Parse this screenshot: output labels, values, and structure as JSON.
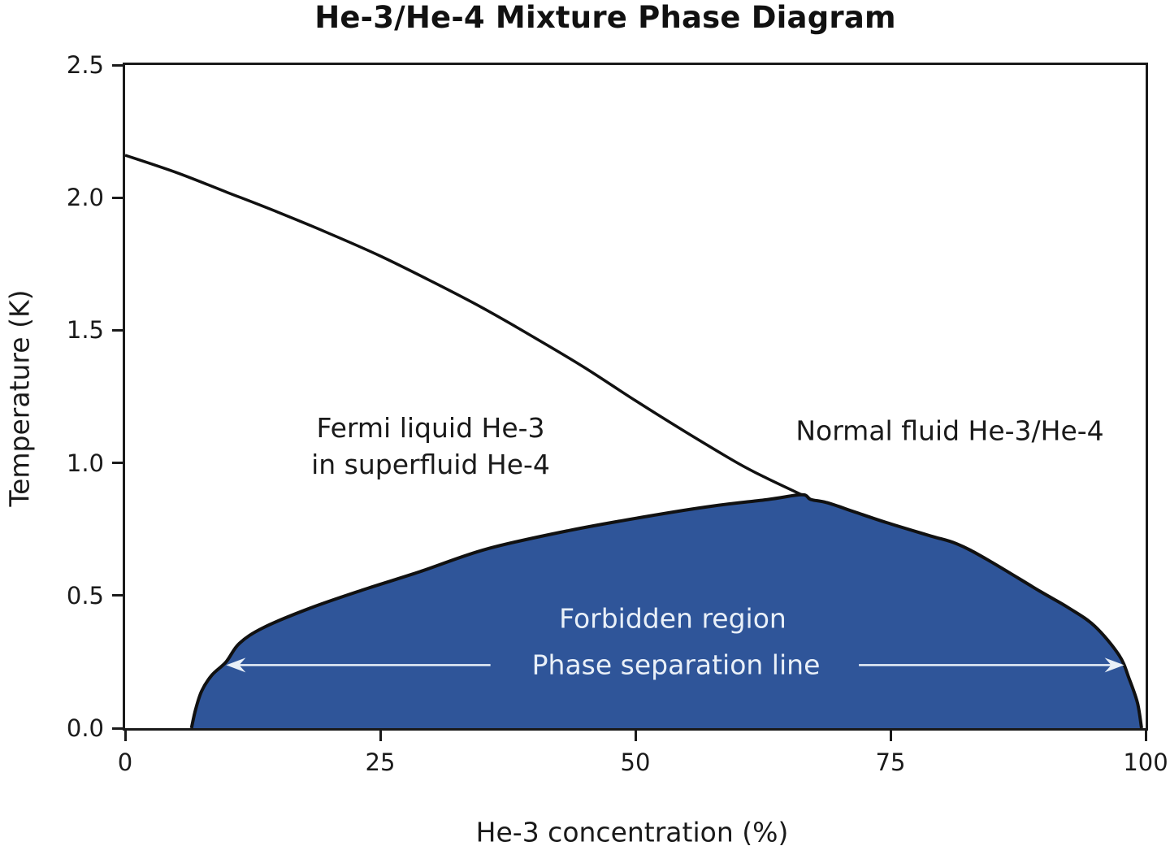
{
  "title": "He-3/He-4 Mixture Phase Diagram",
  "colors": {
    "region_fill": "#2f5599",
    "curve_stroke": "#111111",
    "axis": "#1a1a1a",
    "light_text": "#e9f0f8",
    "background": "#ffffff"
  },
  "chart_data": {
    "type": "area",
    "title": "He-3/He-4 Mixture Phase Diagram",
    "xlabel": "He-3 concentration (%)",
    "ylabel": "Temperature (K)",
    "xlim": [
      0,
      100
    ],
    "ylim": [
      0,
      2.5
    ],
    "grid": false,
    "frame": true,
    "x_ticks": {
      "values": [
        0,
        25,
        50,
        75,
        100
      ],
      "labels": [
        "0",
        "25",
        "50",
        "75",
        "100"
      ]
    },
    "y_ticks": {
      "values": [
        0,
        0.5,
        1.0,
        1.5,
        2.0,
        2.5
      ],
      "labels": [
        "0.0",
        "0.5",
        "1.0",
        "1.5",
        "2.0",
        "2.5"
      ]
    },
    "series": [
      {
        "name": "phase-separation-region",
        "type": "area",
        "fill": "#2f5599",
        "stroke": "#111111",
        "stroke_width": 4,
        "points": [
          [
            6.5,
            0
          ],
          [
            6.9,
            0.07
          ],
          [
            7.5,
            0.14
          ],
          [
            8.5,
            0.2
          ],
          [
            9.9,
            0.25
          ],
          [
            11.2,
            0.32
          ],
          [
            13.6,
            0.38
          ],
          [
            18.3,
            0.455
          ],
          [
            23.6,
            0.525
          ],
          [
            28.9,
            0.59
          ],
          [
            35.4,
            0.675
          ],
          [
            43.5,
            0.745
          ],
          [
            51.4,
            0.8
          ],
          [
            57.7,
            0.838
          ],
          [
            63.0,
            0.862
          ],
          [
            66.3,
            0.88
          ],
          [
            67.2,
            0.862
          ],
          [
            68.8,
            0.85
          ],
          [
            71.5,
            0.815
          ],
          [
            74.6,
            0.775
          ],
          [
            78.9,
            0.725
          ],
          [
            81.5,
            0.695
          ],
          [
            84.5,
            0.635
          ],
          [
            89.7,
            0.515
          ],
          [
            92.4,
            0.455
          ],
          [
            95.0,
            0.385
          ],
          [
            97.4,
            0.275
          ],
          [
            98.4,
            0.185
          ],
          [
            99.2,
            0.095
          ],
          [
            99.6,
            0
          ]
        ]
      },
      {
        "name": "lambda-line",
        "type": "line",
        "color": "#111111",
        "stroke_width": 3.5,
        "points": [
          [
            0,
            2.16
          ],
          [
            5,
            2.095
          ],
          [
            10,
            2.02
          ],
          [
            15,
            1.945
          ],
          [
            20,
            1.865
          ],
          [
            25,
            1.78
          ],
          [
            30,
            1.685
          ],
          [
            35,
            1.585
          ],
          [
            40,
            1.475
          ],
          [
            45,
            1.36
          ],
          [
            50,
            1.235
          ],
          [
            55,
            1.115
          ],
          [
            60,
            1.0
          ],
          [
            63,
            0.94
          ],
          [
            66.3,
            0.88
          ]
        ]
      }
    ],
    "annotations": [
      {
        "name": "fermi-liquid",
        "lines": [
          "Fermi liquid He-3",
          "in superfluid He-4"
        ],
        "x": 29.9,
        "t": 1.06
      },
      {
        "name": "normal-fluid",
        "lines": [
          "Normal fluid He-3/He-4"
        ],
        "x": 80.8,
        "t": 1.12
      },
      {
        "name": "forbidden-region",
        "lines": [
          "Forbidden region"
        ],
        "x": 53.7,
        "t": 0.41
      },
      {
        "name": "phase-separation-line",
        "lines": [
          "Phase separation line"
        ],
        "x": 54.0,
        "t": 0.24
      }
    ],
    "arrows": [
      {
        "name": "left",
        "x_from": 35.8,
        "x_to": 9.9,
        "t": 0.238,
        "color": "#e9f0f8"
      },
      {
        "name": "right",
        "x_from": 71.9,
        "x_to": 97.9,
        "t": 0.238,
        "color": "#e9f0f8"
      }
    ]
  }
}
